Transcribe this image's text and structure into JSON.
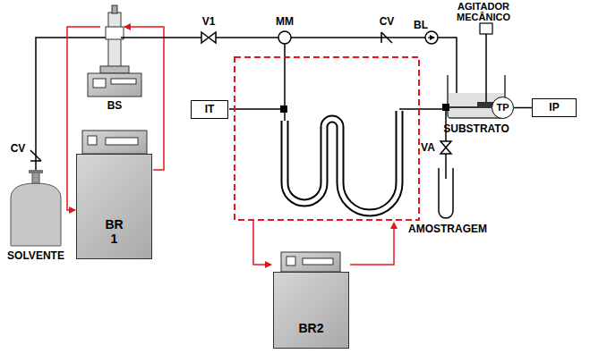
{
  "diagram": {
    "nodes": [
      {
        "text": [
          "IT"
        ]
      },
      {
        "text": [
          "TP"
        ]
      },
      {
        "text": [
          "IP"
        ]
      },
      {
        "text": [
          "BR 1"
        ]
      },
      {
        "text": [
          "BR2"
        ]
      }
    ],
    "edges": [
      {
        "from": 1,
        "to": 2,
        "arrow": "none"
      }
    ],
    "labels": [
      "AGITADOR MECÂNICO",
      "V1",
      "MM",
      "CV",
      "BL",
      "BS",
      "SUBSTRATO",
      "VA",
      "AMOSTRAGEM",
      "SOLVENTE",
      "CV"
    ]
  }
}
